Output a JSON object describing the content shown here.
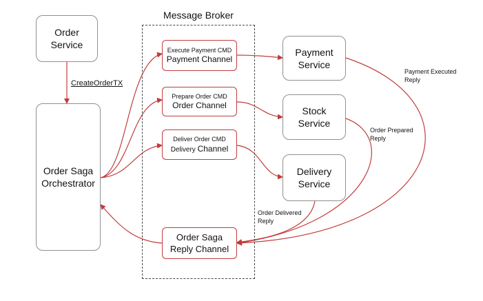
{
  "broker": {
    "title": "Message Broker"
  },
  "services": {
    "order": {
      "line1": "Order",
      "line2": "Service"
    },
    "saga": {
      "line1": "Order Saga",
      "line2": "Orchestrator"
    },
    "payment": {
      "line1": "Payment",
      "line2": "Service"
    },
    "stock": {
      "line1": "Stock",
      "line2": "Service"
    },
    "delivery": {
      "line1": "Delivery",
      "line2": "Service"
    }
  },
  "channels": {
    "payment": {
      "cmd": "Execute Payment CMD",
      "name": "Payment Channel"
    },
    "order": {
      "cmd": "Prepare Order CMD",
      "name": "Order Channel"
    },
    "delivery": {
      "cmd": "Deliver Order CMD",
      "name_part1": "Delivery ",
      "name_part2": "Channel"
    },
    "reply": {
      "line1": "Order Saga",
      "line2": "Reply Channel"
    }
  },
  "edge_labels": {
    "create_order": "CreateOrderTX",
    "payment_reply": {
      "line1": "Payment Executed",
      "line2": "Reply"
    },
    "order_reply": {
      "line1": "Order Prepared",
      "line2": "Reply"
    },
    "delivery_reply": {
      "line1": "Order Delivered",
      "line2": "Reply"
    }
  },
  "colors": {
    "arrow": "#c23b3b",
    "box_border": "#8f8f8f",
    "channel_border": "#c23b3b"
  }
}
